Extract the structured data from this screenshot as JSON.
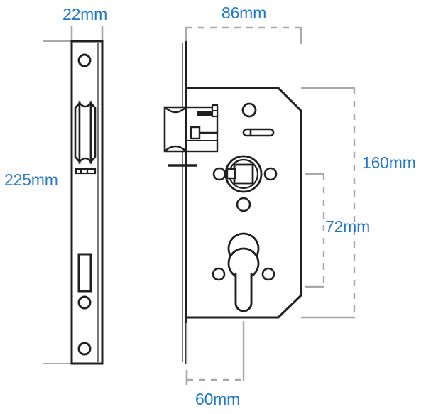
{
  "drawing": {
    "type": "technical-dimension-drawing",
    "subject": "mortise lock",
    "units": "mm",
    "background_color": "#ffffff",
    "line_color": "#231f20",
    "dimension_line_color": "#a7a9ac",
    "dimension_text_color": "#2e7cc4",
    "views": [
      {
        "id": "faceplate-view",
        "name": "Faceplate / forend edge view",
        "position": "left",
        "features": [
          {
            "name": "top-fixing-hole",
            "type": "circle"
          },
          {
            "name": "latch-bolt-opening",
            "type": "waisted-rectangle"
          },
          {
            "name": "upper-slot",
            "type": "slot"
          },
          {
            "name": "deadbolt-opening",
            "type": "rectangle"
          },
          {
            "name": "middle-fixing-hole",
            "type": "circle"
          },
          {
            "name": "bottom-fixing-hole",
            "type": "circle"
          }
        ]
      },
      {
        "id": "lock-body-view",
        "name": "Lock case side view",
        "position": "right",
        "features": [
          {
            "name": "latch-bolt",
            "type": "bolt"
          },
          {
            "name": "deadbolt-throw",
            "type": "bolt"
          },
          {
            "name": "upper-fixing-hole",
            "type": "circle"
          },
          {
            "name": "case-slot",
            "type": "slot"
          },
          {
            "name": "spindle-follower-hole",
            "type": "square-in-circle"
          },
          {
            "name": "follower-side-hole-left",
            "type": "circle"
          },
          {
            "name": "follower-side-hole-right",
            "type": "circle"
          },
          {
            "name": "lower-fixing-hole",
            "type": "circle"
          },
          {
            "name": "euro-cylinder-hole",
            "type": "euro-profile"
          },
          {
            "name": "cylinder-side-hole-left",
            "type": "circle"
          },
          {
            "name": "cylinder-side-hole-right",
            "type": "circle"
          },
          {
            "name": "chamfered-corner-top",
            "type": "chamfer"
          },
          {
            "name": "chamfered-corner-bottom",
            "type": "chamfer"
          }
        ]
      }
    ]
  },
  "dimensions": {
    "faceplate_width": {
      "id": "dim-22mm",
      "value": 22,
      "unit": "mm",
      "label": "22mm",
      "orientation": "horizontal",
      "describes": "faceplate width",
      "position": "top-left"
    },
    "faceplate_length": {
      "id": "dim-225mm",
      "value": 225,
      "unit": "mm",
      "label": "225mm",
      "orientation": "vertical",
      "describes": "faceplate overall length",
      "position": "left"
    },
    "case_depth": {
      "id": "dim-86mm",
      "value": 86,
      "unit": "mm",
      "label": "86mm",
      "orientation": "horizontal",
      "describes": "lock case depth",
      "position": "top-right"
    },
    "case_height": {
      "id": "dim-160mm",
      "value": 160,
      "unit": "mm",
      "label": "160mm",
      "orientation": "vertical",
      "describes": "lock case height",
      "position": "right-outer"
    },
    "centres": {
      "id": "dim-72mm",
      "value": 72,
      "unit": "mm",
      "label": "72mm",
      "orientation": "vertical",
      "describes": "centres between follower and cylinder",
      "position": "right-inner"
    },
    "backset": {
      "id": "dim-60mm",
      "value": 60,
      "unit": "mm",
      "label": "60mm",
      "orientation": "horizontal",
      "describes": "backset from faceplate to cylinder centre",
      "position": "bottom"
    }
  }
}
